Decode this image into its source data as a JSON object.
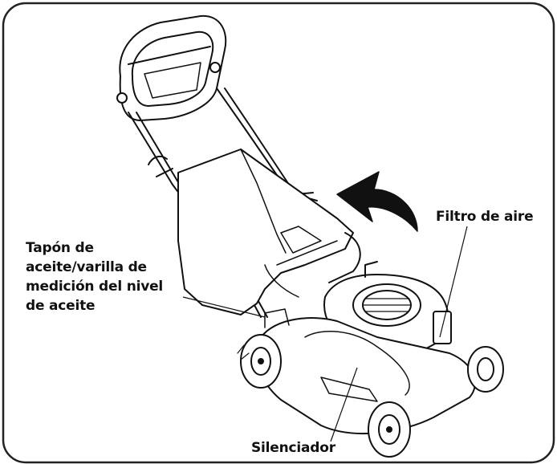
{
  "labels": {
    "oil_cap": {
      "line1": "Tapón de",
      "line2": "aceite/varilla de",
      "line3": "medición del nivel",
      "line4": "de aceite"
    },
    "air_filter": "Filtro de aire",
    "muffler": "Silenciador"
  },
  "icons": {
    "rotation_arrow": "curved-arrow-icon",
    "mower": "lawn-mower-illustration"
  },
  "colors": {
    "line": "#111111",
    "background": "#ffffff",
    "frame": "#222222"
  }
}
